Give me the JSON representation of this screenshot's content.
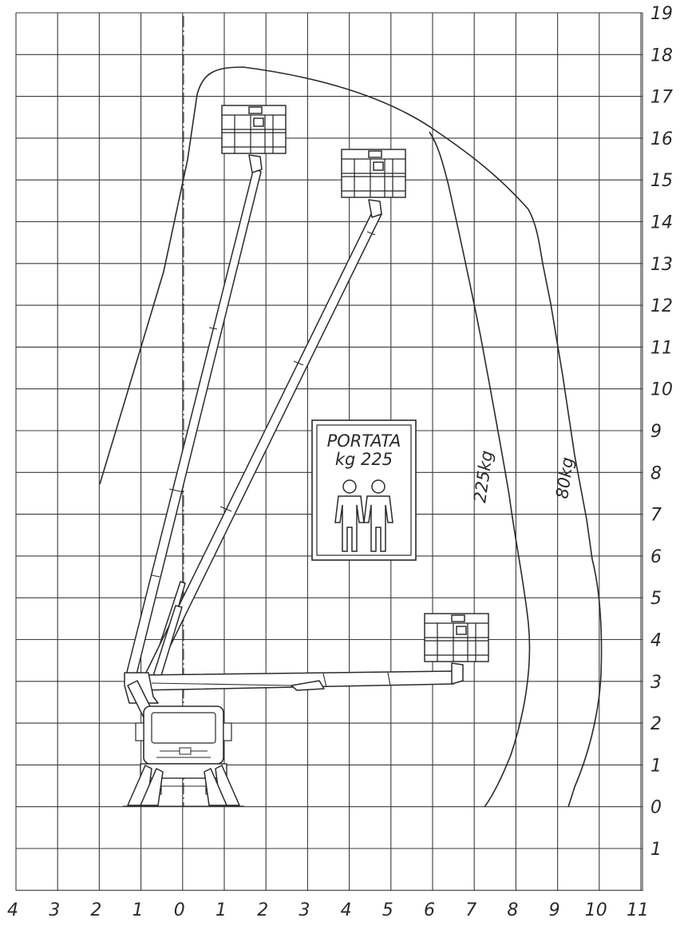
{
  "x_axis": {
    "labels": [
      "4",
      "3",
      "2",
      "1",
      "0",
      "1",
      "2",
      "3",
      "4",
      "5",
      "6",
      "7",
      "8",
      "9",
      "10",
      "11"
    ]
  },
  "y_axis": {
    "labels": [
      "1",
      "0",
      "1",
      "2",
      "3",
      "4",
      "5",
      "6",
      "7",
      "8",
      "9",
      "10",
      "11",
      "12",
      "13",
      "14",
      "15",
      "16",
      "17",
      "18",
      "19"
    ]
  },
  "capacity_sign": {
    "line1": "PORTATA",
    "line2": "kg 225",
    "icon": "two-persons-icon"
  },
  "curves": [
    {
      "label": "225kg"
    },
    {
      "label": "80kg"
    }
  ]
}
